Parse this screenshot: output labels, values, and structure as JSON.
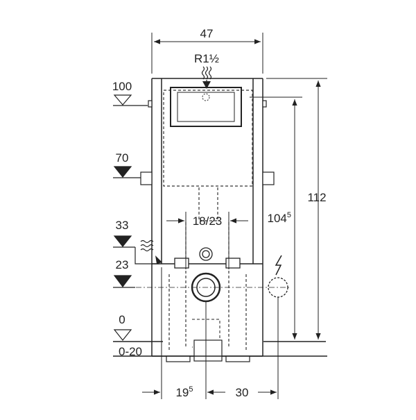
{
  "dimensions": {
    "frame_width": "47",
    "supply_thread": "R1½",
    "spacing_center": "18/23",
    "drain_offset": "19",
    "drain_offset_sup": "5",
    "electrical_offset": "30",
    "module_height": "112",
    "tank_height": "104",
    "tank_height_sup": "5"
  },
  "levels": {
    "level_100": "100",
    "level_70": "70",
    "level_33": "33",
    "level_23": "23",
    "level_0": "0",
    "level_floor": "0-20"
  },
  "icons": {
    "water_supply": "water-supply-icon",
    "electrical": "lightning-icon",
    "level_marker": "triangle-marker-icon"
  }
}
